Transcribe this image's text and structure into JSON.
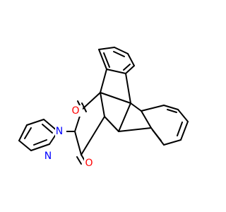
{
  "molecule": {
    "atom_labels": {
      "carbonyl_oxygen_top": "O",
      "imide_nitrogen": "N",
      "pyridine_nitrogen": "N",
      "carbonyl_oxygen_bottom": "O"
    },
    "colors": {
      "bond": "#000000",
      "oxygen": "#ff0000",
      "nitrogen": "#0000ff",
      "background": "#ffffff"
    }
  }
}
